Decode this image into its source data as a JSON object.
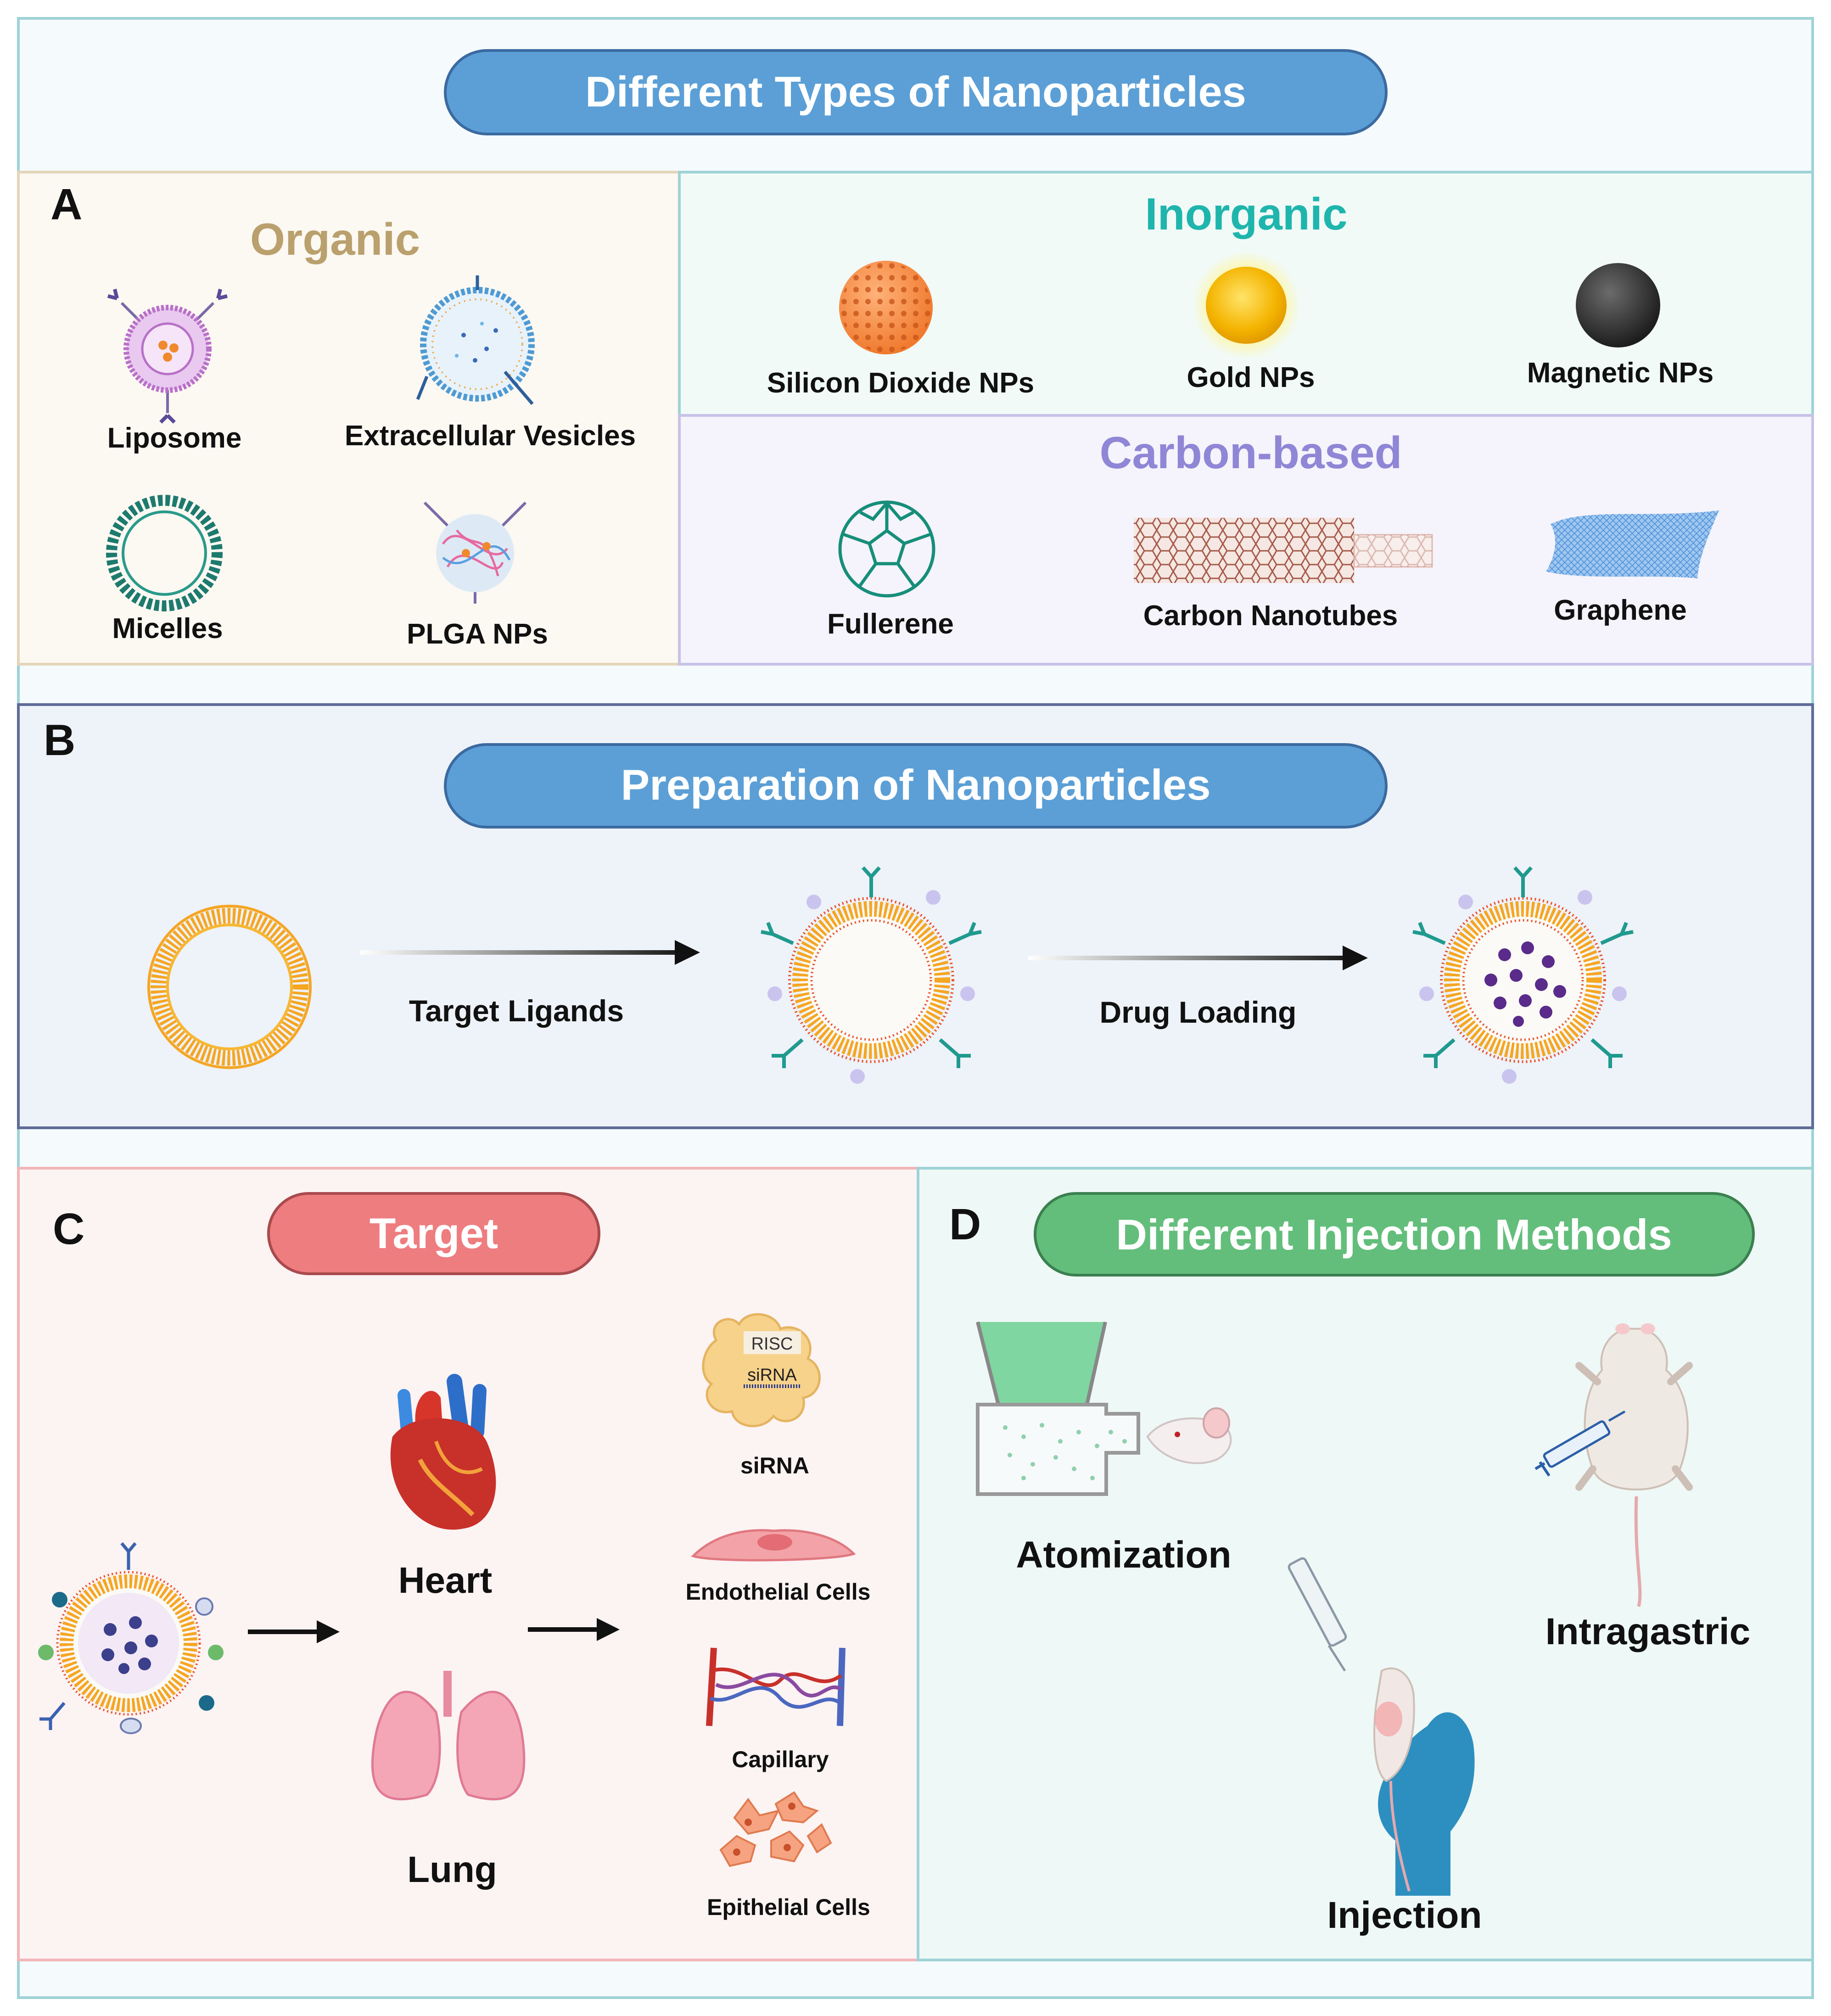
{
  "header": {
    "title": "Different Types of Nanoparticles"
  },
  "panel_a": {
    "letter": "A",
    "organic": {
      "heading": "Organic",
      "items": [
        "Liposome",
        "Extracellular Vesicles",
        "Micelles",
        "PLGA NPs"
      ]
    },
    "inorganic": {
      "heading": "Inorganic",
      "items": [
        "Silicon Dioxide  NPs",
        "Gold NPs",
        "Magnetic NPs"
      ]
    },
    "carbon": {
      "heading": "Carbon-based",
      "items": [
        "Fullerene",
        "Carbon Nanotubes",
        "Graphene"
      ]
    }
  },
  "panel_b": {
    "letter": "B",
    "title": "Preparation of Nanoparticles",
    "step1": "Target Ligands",
    "step2": "Drug Loading"
  },
  "panel_c": {
    "letter": "C",
    "title": "Target",
    "organs": [
      "Heart",
      "Lung"
    ],
    "targets": [
      "siRNA",
      "Endothelial Cells",
      "Capillary",
      "Epithelial Cells"
    ],
    "risc_label": "RISC",
    "sirna_label": "siRNA"
  },
  "panel_d": {
    "letter": "D",
    "title": "Different Injection Methods",
    "methods": [
      "Atomization",
      "Intragastric",
      "Injection"
    ]
  },
  "colors": {
    "title_pill": "#5b9fd6",
    "organic_text": "#b9a06d",
    "inorganic_text": "#1fb5ad",
    "carbon_text": "#8f86d6",
    "target_pill": "#ee7d80",
    "injection_pill": "#63be7b"
  }
}
